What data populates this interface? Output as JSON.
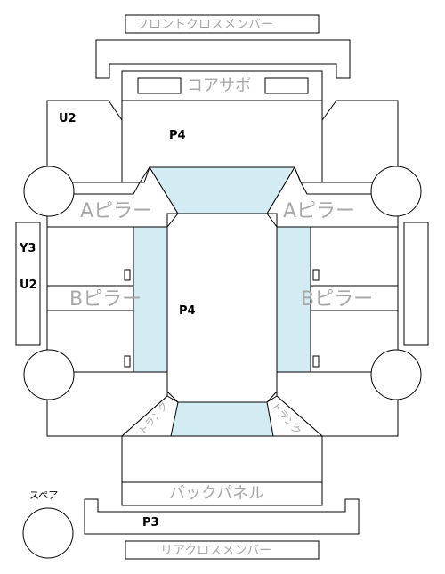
{
  "labels": {
    "front_cross_member": "フロントクロスメンバー",
    "core_support": "コアサポ",
    "a_pillar_left": "Aピラー",
    "a_pillar_right": "Aピラー",
    "b_pillar_left": "Bピラー",
    "b_pillar_right": "Bピラー",
    "back_panel": "バックパネル",
    "rear_cross_member": "リアクロスメンバー",
    "spare": "スペア",
    "trunk_left": "トランク",
    "trunk_right": "トランク"
  },
  "marks": {
    "front_left": "U2",
    "front_center": "P4",
    "left_side_top": "Y3",
    "left_side_bottom": "U2",
    "center": "P4",
    "rear": "P3"
  },
  "colors": {
    "glass": "#d3ebf3",
    "line": "#000000",
    "label": "#a8a8a8"
  }
}
